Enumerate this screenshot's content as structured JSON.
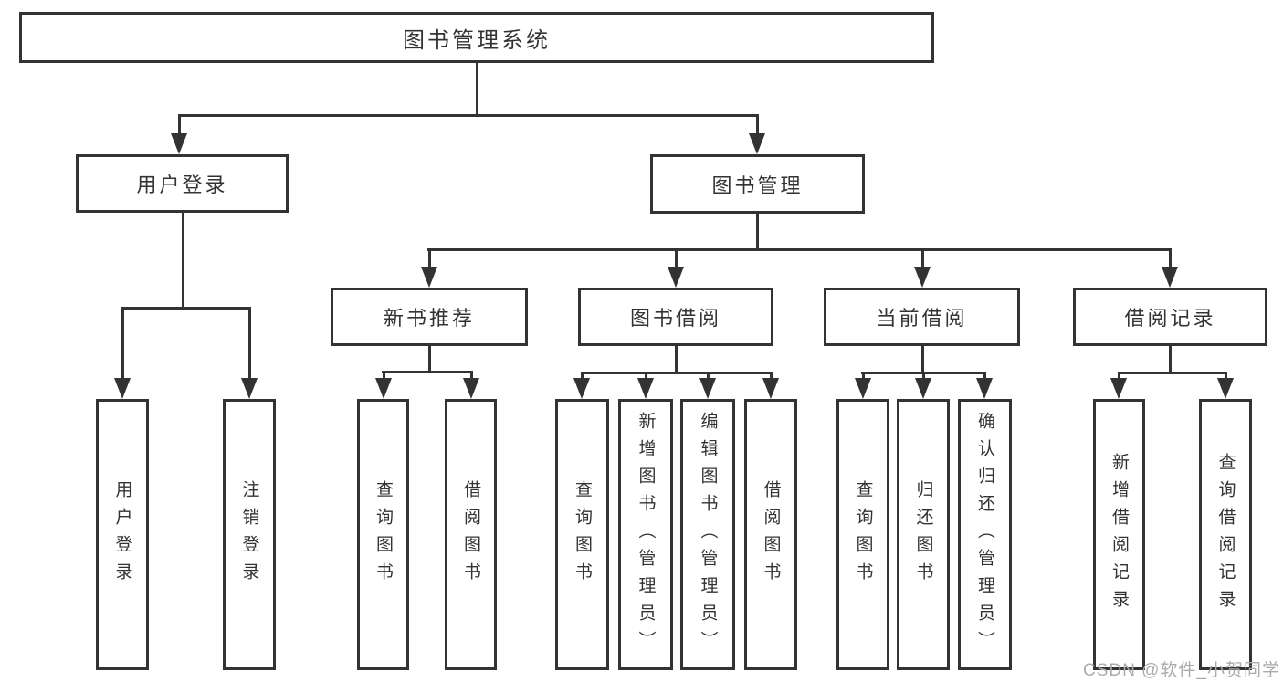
{
  "diagram": {
    "title": "图书管理系统",
    "watermark": "CSDN @软件_小贺同学",
    "colors": {
      "line": "#333333",
      "box_border": "#333333",
      "text": "#333333",
      "watermark": "#ababab",
      "background": "#ffffff"
    },
    "hierarchy": [
      {
        "parent": "图书管理系统",
        "children": [
          "用户登录",
          "图书管理"
        ]
      },
      {
        "parent": "用户登录",
        "children": [
          "用户登录",
          "注销登录"
        ]
      },
      {
        "parent": "图书管理",
        "children": [
          "新书推荐",
          "图书借阅",
          "当前借阅",
          "借阅记录"
        ]
      },
      {
        "parent": "新书推荐",
        "children": [
          "查询图书",
          "借阅图书"
        ]
      },
      {
        "parent": "图书借阅",
        "children": [
          "查询图书",
          "新增图书（管理员）",
          "编辑图书（管理员）",
          "借阅图书"
        ]
      },
      {
        "parent": "当前借阅",
        "children": [
          "查询图书",
          "归还图书",
          "确认归还（管理员）"
        ]
      },
      {
        "parent": "借阅记录",
        "children": [
          "新增借阅记录",
          "查询借阅记录"
        ]
      }
    ]
  },
  "nodes": {
    "root": {
      "label": "图书管理系统"
    },
    "login": {
      "label": "用户登录"
    },
    "mgmt": {
      "label": "图书管理"
    },
    "new_book": {
      "label": "新书推荐"
    },
    "borrow": {
      "label": "图书借阅"
    },
    "current": {
      "label": "当前借阅"
    },
    "history": {
      "label": "借阅记录"
    },
    "leaf_login": {
      "label": "用户登录"
    },
    "leaf_logout": {
      "label": "注销登录"
    },
    "leaf_nb_query": {
      "label": "查询图书"
    },
    "leaf_nb_borrow": {
      "label": "借阅图书"
    },
    "leaf_bw_query": {
      "label": "查询图书"
    },
    "leaf_bw_add": {
      "label": "新增图书（管理员）"
    },
    "leaf_bw_edit": {
      "label": "编辑图书（管理员）"
    },
    "leaf_bw_borrow": {
      "label": "借阅图书"
    },
    "leaf_cur_query": {
      "label": "查询图书"
    },
    "leaf_cur_return": {
      "label": "归还图书"
    },
    "leaf_cur_confirm": {
      "label": "确认归还（管理员）"
    },
    "leaf_his_add": {
      "label": "新增借阅记录"
    },
    "leaf_his_query": {
      "label": "查询借阅记录"
    }
  }
}
